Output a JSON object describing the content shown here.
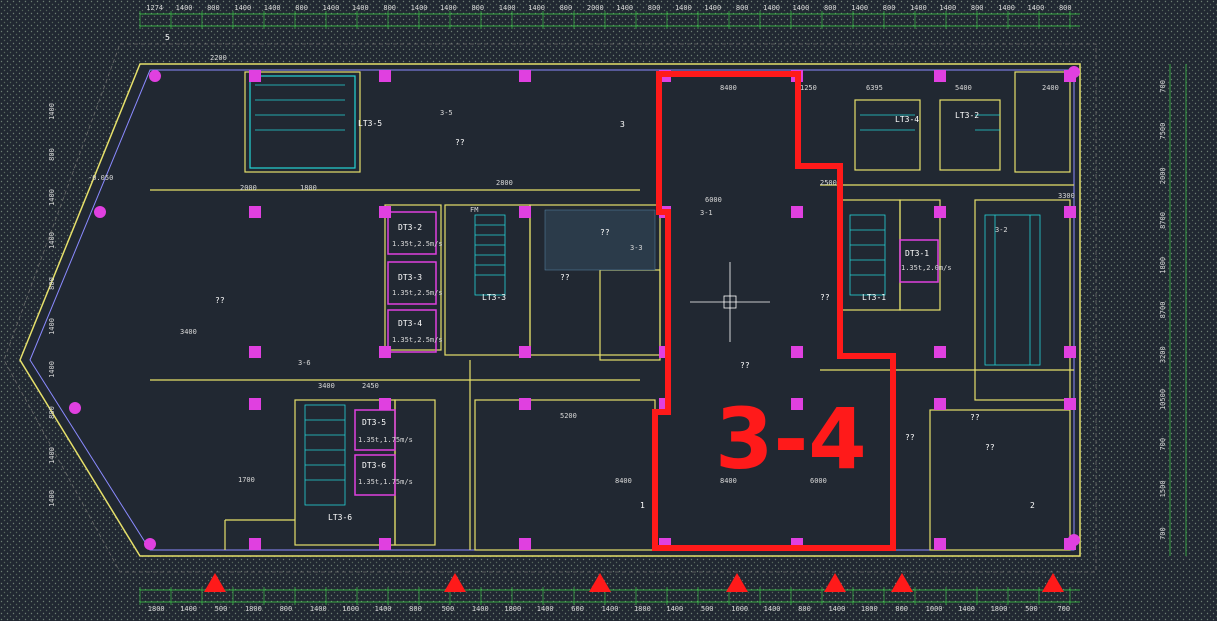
{
  "colors": {
    "background": "#212832",
    "wall": "#e6e06a",
    "dimension": "#3fd24a",
    "stair": "#23d4d6",
    "elevator": "#e040e0",
    "column": "#e040e0",
    "boundary": "#8a8aff",
    "highlight": "#ff1a1a",
    "triangle": "#ff1a1a"
  },
  "highlight": {
    "label": "3-4"
  },
  "top_dims": [
    "1274",
    "1400",
    "800",
    "1400",
    "1400",
    "800",
    "1400",
    "1400",
    "800",
    "1400",
    "1400",
    "800",
    "1400",
    "1400",
    "800",
    "2000",
    "1400",
    "800",
    "1400",
    "1400",
    "800",
    "1400",
    "1400",
    "800",
    "1400",
    "800",
    "1400",
    "1400",
    "800",
    "1400",
    "1400",
    "800"
  ],
  "bottom_dims": [
    "1800",
    "1400",
    "500",
    "1800",
    "800",
    "1400",
    "1600",
    "1400",
    "800",
    "500",
    "1400",
    "1800",
    "1400",
    "600",
    "1400",
    "1800",
    "1400",
    "500",
    "1600",
    "1400",
    "800",
    "1400",
    "1800",
    "800",
    "1000",
    "1400",
    "1800",
    "500",
    "700"
  ],
  "right_dims": [
    "700",
    "7500",
    "2000",
    "8700",
    "1800",
    "8700",
    "3200",
    "10500",
    "700",
    "1500",
    "700"
  ],
  "left_dims": [
    "1400",
    "800",
    "1400",
    "1400",
    "800",
    "1400",
    "1400",
    "800",
    "1400",
    "1400"
  ],
  "segment_dims": {
    "d8400a": "8400",
    "d6000a": "6000",
    "d8400b": "8400",
    "d6000b": "6000",
    "d8400c": "8400",
    "d3400": "3400",
    "d2450": "2450",
    "d5200": "5200",
    "d3400b": "3400",
    "d2800": "2800",
    "d1250": "1250",
    "d6395": "6395",
    "d2400": "2400",
    "d5400": "5400",
    "d1700": "1700",
    "d2000": "2000",
    "d2200": "2200",
    "d1800": "1800",
    "d2500": "2500",
    "d3300": "3300"
  },
  "zones": {
    "z1": "1",
    "z2": "2",
    "z3": "3",
    "z3b": "3",
    "z5": "5",
    "zone_34_bottom": "1"
  },
  "elevators": [
    {
      "id": "DT3-2",
      "spec": "1.35t,2.5m/s"
    },
    {
      "id": "DT3-3",
      "spec": "1.35t,2.5m/s"
    },
    {
      "id": "DT3-4",
      "spec": "1.35t,2.5m/s"
    },
    {
      "id": "DT3-5",
      "spec": "1.35t,1.75m/s"
    },
    {
      "id": "DT3-6",
      "spec": "1.35t,1.75m/s"
    },
    {
      "id": "DT3-1",
      "spec": "1.35t,2.0m/s"
    }
  ],
  "stairs": [
    "LT3-5",
    "LT3-4",
    "LT3-2",
    "LT3-1",
    "LT3-3",
    "LT3-6"
  ],
  "rooms": {
    "r1": "??",
    "r2": "??",
    "r3": "??",
    "r4": "??",
    "r5": "??",
    "r6": "??",
    "r7": "??",
    "r8": "??",
    "r9": "??"
  },
  "misc_labels": {
    "m1": "3-1",
    "m2": "3-2",
    "m3": "3-3",
    "m4": "3-5",
    "m5": "3-6",
    "m6": "FM",
    "m7": "-0.050"
  }
}
